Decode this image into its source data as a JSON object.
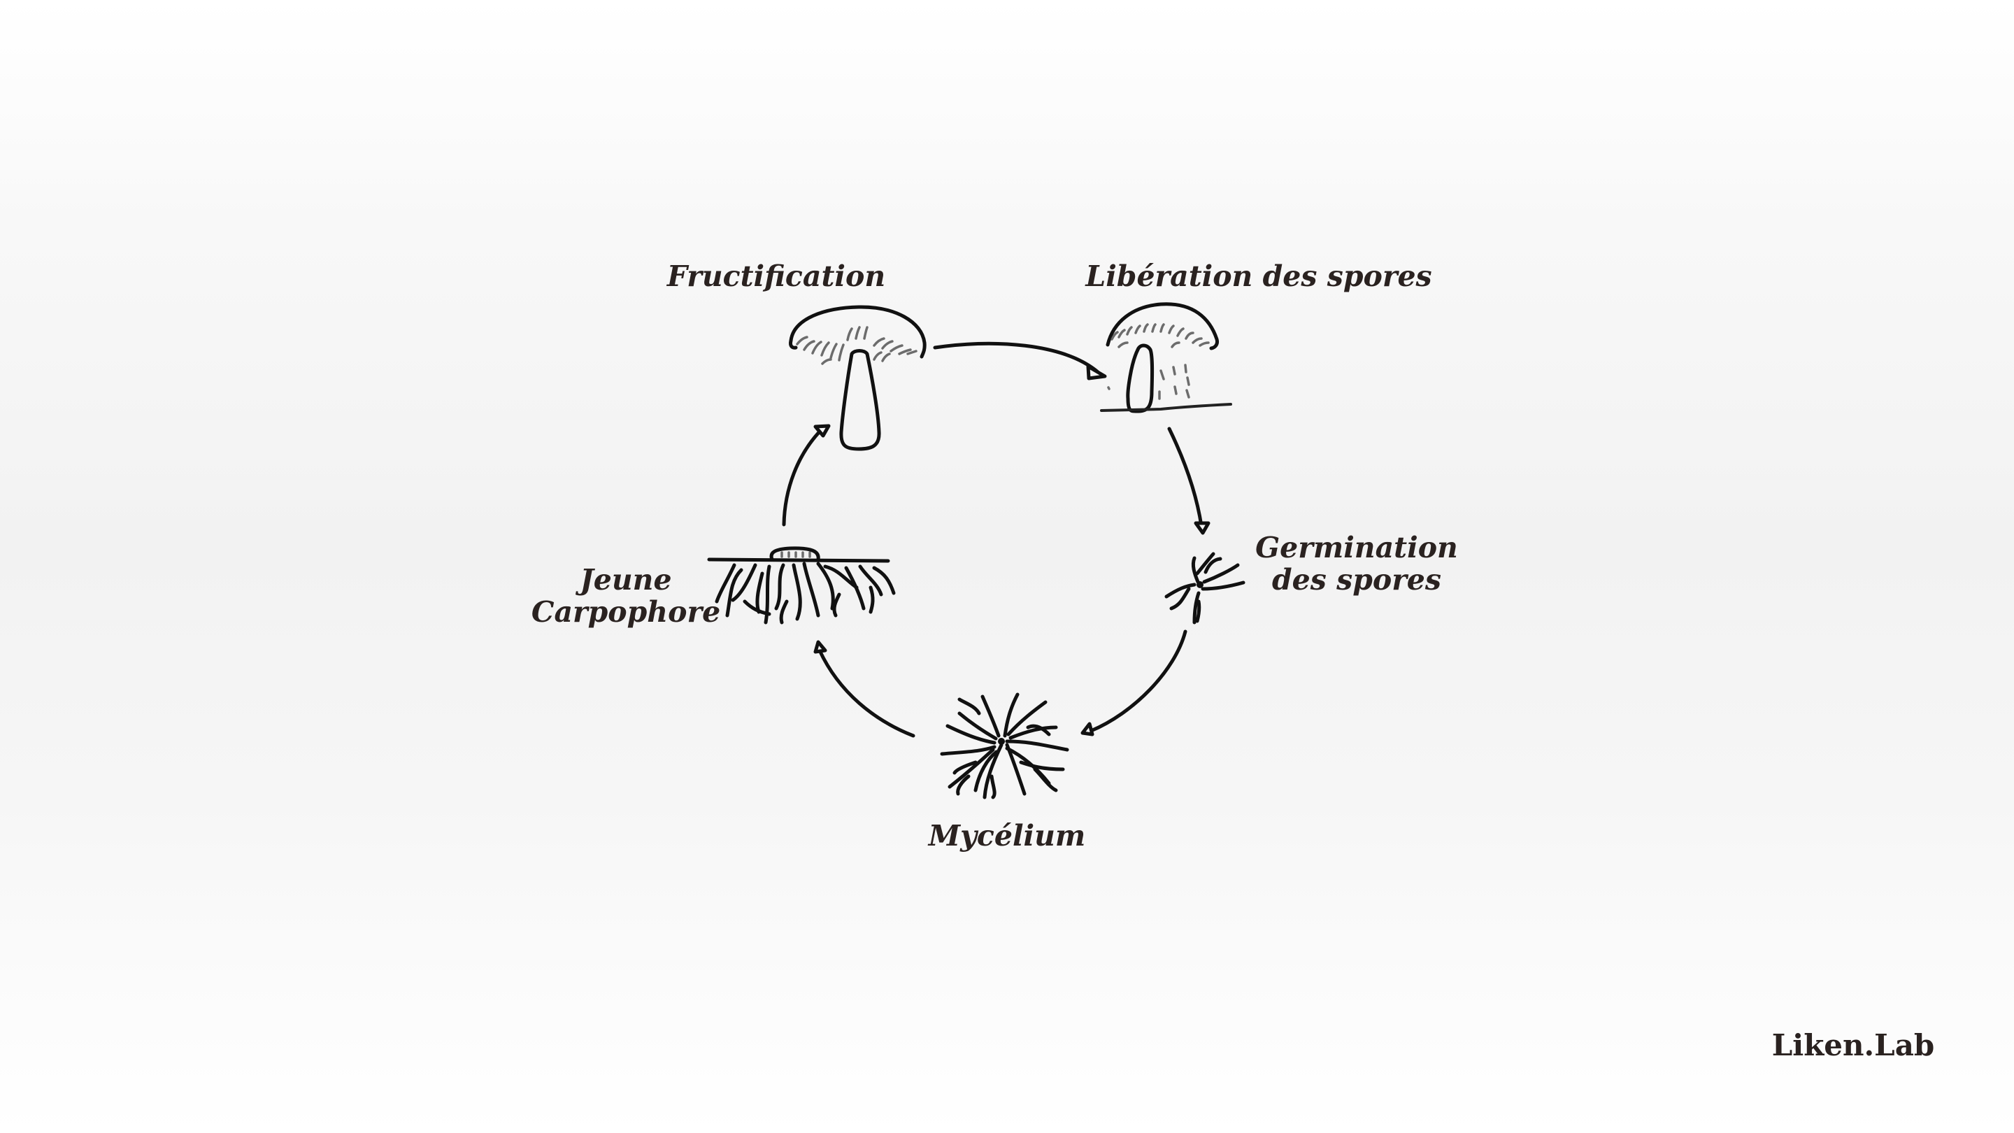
{
  "diagram": {
    "type": "life-cycle",
    "stages": [
      {
        "id": "fructification",
        "label": "Fructification",
        "icon": "mushroom-icon"
      },
      {
        "id": "liberation",
        "label": "Libération des spores",
        "icon": "mushroom-releasing-spores-icon"
      },
      {
        "id": "germination",
        "label_lines": [
          "Germination",
          "des spores"
        ],
        "icon": "germinating-spore-icon"
      },
      {
        "id": "mycelium",
        "label": "Mycélium",
        "icon": "mycelium-icon"
      },
      {
        "id": "jeune",
        "label_lines": [
          "Jeune",
          "Carpophore"
        ],
        "icon": "young-carpophore-icon"
      }
    ],
    "edges": [
      {
        "from": "fructification",
        "to": "liberation"
      },
      {
        "from": "liberation",
        "to": "germination"
      },
      {
        "from": "germination",
        "to": "mycelium"
      },
      {
        "from": "mycelium",
        "to": "jeune"
      },
      {
        "from": "jeune",
        "to": "fructification"
      }
    ]
  },
  "brand": {
    "name": "Liken.Lab"
  },
  "colors": {
    "text": "#2a2220",
    "ink": "#111111",
    "background": "#f2f2f2"
  }
}
